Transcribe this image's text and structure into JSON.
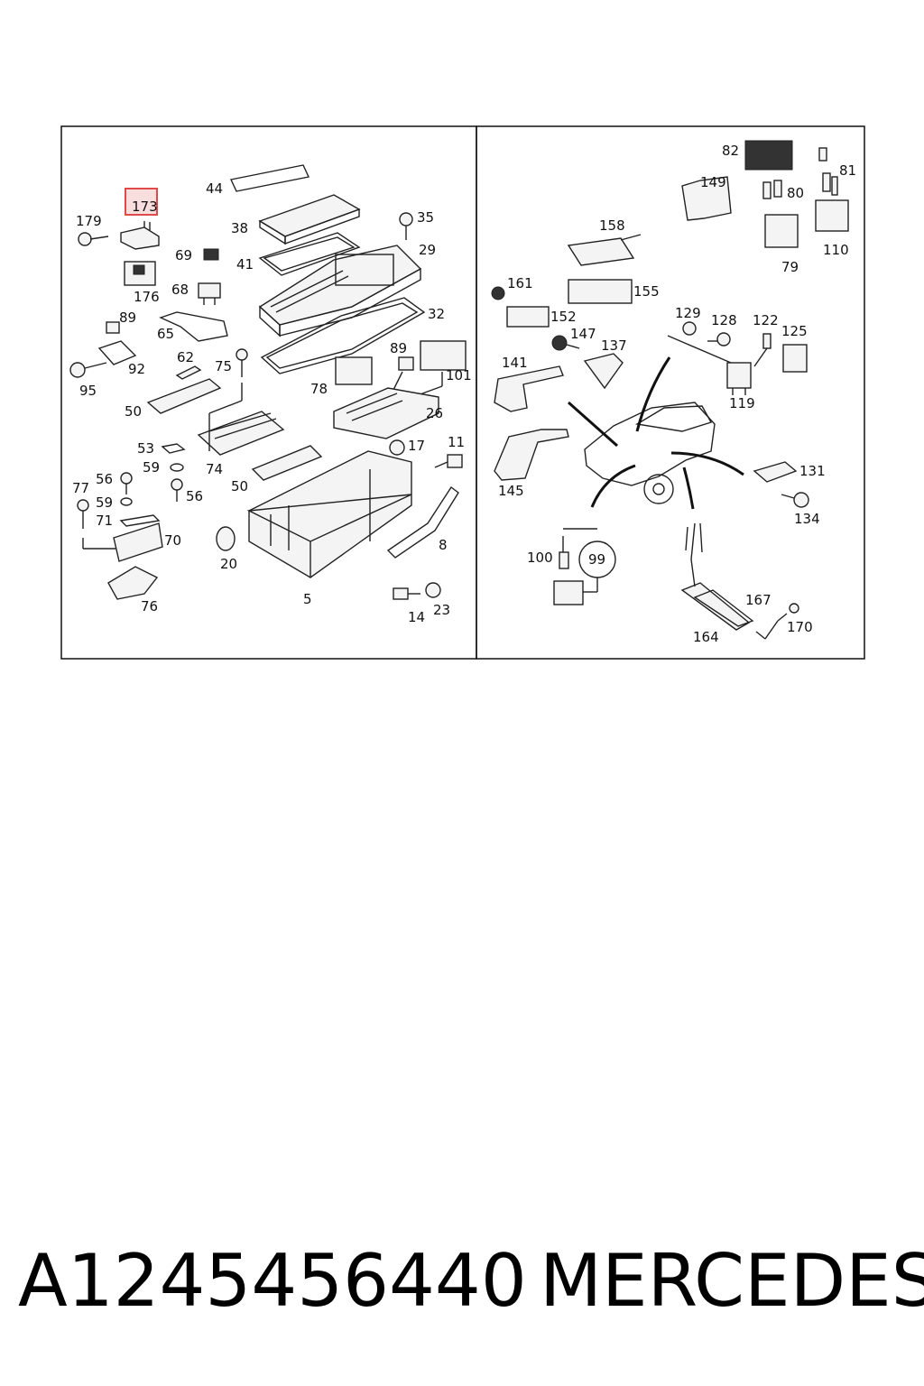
{
  "callouts": [
    {
      "id": "c44",
      "label": "44"
    },
    {
      "id": "c173",
      "label": "173"
    },
    {
      "id": "c179",
      "label": "179"
    },
    {
      "id": "c38",
      "label": "38"
    },
    {
      "id": "c35",
      "label": "35"
    },
    {
      "id": "c69",
      "label": "69"
    },
    {
      "id": "c41",
      "label": "41"
    },
    {
      "id": "c29",
      "label": "29"
    },
    {
      "id": "c176",
      "label": "176"
    },
    {
      "id": "c68",
      "label": "68"
    },
    {
      "id": "c32",
      "label": "32"
    },
    {
      "id": "c89a",
      "label": "89"
    },
    {
      "id": "c65",
      "label": "65"
    },
    {
      "id": "c89b",
      "label": "89"
    },
    {
      "id": "c62",
      "label": "62"
    },
    {
      "id": "c75",
      "label": "75"
    },
    {
      "id": "c92",
      "label": "92"
    },
    {
      "id": "c101",
      "label": "101"
    },
    {
      "id": "c95",
      "label": "95"
    },
    {
      "id": "c78",
      "label": "78"
    },
    {
      "id": "c50a",
      "label": "50"
    },
    {
      "id": "c26",
      "label": "26"
    },
    {
      "id": "c53",
      "label": "53"
    },
    {
      "id": "c17",
      "label": "17"
    },
    {
      "id": "c11",
      "label": "11"
    },
    {
      "id": "c59a",
      "label": "59"
    },
    {
      "id": "c74",
      "label": "74"
    },
    {
      "id": "c56a",
      "label": "56"
    },
    {
      "id": "c77",
      "label": "77"
    },
    {
      "id": "c50b",
      "label": "50"
    },
    {
      "id": "c56b",
      "label": "56"
    },
    {
      "id": "c59b",
      "label": "59"
    },
    {
      "id": "c71",
      "label": "71"
    },
    {
      "id": "c70",
      "label": "70"
    },
    {
      "id": "c8",
      "label": "8"
    },
    {
      "id": "c20",
      "label": "20"
    },
    {
      "id": "c5",
      "label": "5"
    },
    {
      "id": "c76",
      "label": "76"
    },
    {
      "id": "c14",
      "label": "14"
    },
    {
      "id": "c23",
      "label": "23"
    },
    {
      "id": "c82",
      "label": "82"
    },
    {
      "id": "c81",
      "label": "81"
    },
    {
      "id": "c149",
      "label": "149"
    },
    {
      "id": "c80",
      "label": "80"
    },
    {
      "id": "c158",
      "label": "158"
    },
    {
      "id": "c110",
      "label": "110"
    },
    {
      "id": "c79",
      "label": "79"
    },
    {
      "id": "c161",
      "label": "161"
    },
    {
      "id": "c155",
      "label": "155"
    },
    {
      "id": "c152",
      "label": "152"
    },
    {
      "id": "c129",
      "label": "129"
    },
    {
      "id": "c128",
      "label": "128"
    },
    {
      "id": "c122",
      "label": "122"
    },
    {
      "id": "c125",
      "label": "125"
    },
    {
      "id": "c147",
      "label": "147"
    },
    {
      "id": "c137",
      "label": "137"
    },
    {
      "id": "c141",
      "label": "141"
    },
    {
      "id": "c119",
      "label": "119"
    },
    {
      "id": "c131",
      "label": "131"
    },
    {
      "id": "c145",
      "label": "145"
    },
    {
      "id": "c134",
      "label": "134"
    },
    {
      "id": "c100",
      "label": "100"
    },
    {
      "id": "c99",
      "label": "99"
    },
    {
      "id": "c167",
      "label": "167"
    },
    {
      "id": "c170",
      "label": "170"
    },
    {
      "id": "c164",
      "label": "164"
    }
  ],
  "highlight": {
    "label": "173",
    "color": "#e04a4a"
  },
  "caption": {
    "part_number": "A1245456440",
    "brand": "MERCEDES"
  }
}
